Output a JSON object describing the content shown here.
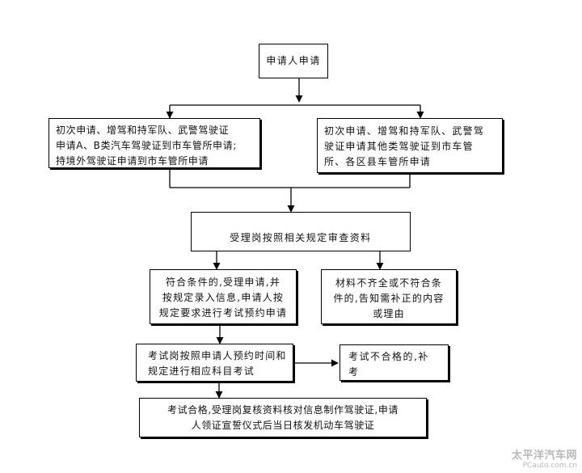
{
  "flow": {
    "applicant_apply": "申请人申请",
    "left_branch": [
      "初次申请、增驾和持军队、武警驾驶证",
      "申请A、B类汽车驾驶证到市车管所申请;",
      "持境外驾驶证申请到市车管所申请"
    ],
    "right_branch": [
      "初次申请、增驾和持军队、武警驾",
      "驶证申请其他类驾驶证到市车管",
      "所、各区县车管所申请"
    ],
    "review": "受理岗按照相关规定审查资料",
    "qualified": [
      "符合条件的,受理申请,并",
      "按规定录入信息,申请人按",
      "规定要求进行考试预约申请"
    ],
    "not_qualified": [
      "材料不齐全或不符合条",
      "件的,告知需补正的内容",
      "或理由"
    ],
    "exam": [
      "考试岗按照申请人预约时间和",
      "规定进行相应科目考试"
    ],
    "exam_failed": [
      "考试不合格的,补",
      "考"
    ],
    "issue": [
      "考试合格,受理岗复核资料核对信息制作驾驶证,申请",
      "人领证宣誓仪式后当日核发机动车驾驶证"
    ]
  },
  "watermark": {
    "brand": "太平洋汽车网",
    "site": "PCauto.com.cn"
  }
}
